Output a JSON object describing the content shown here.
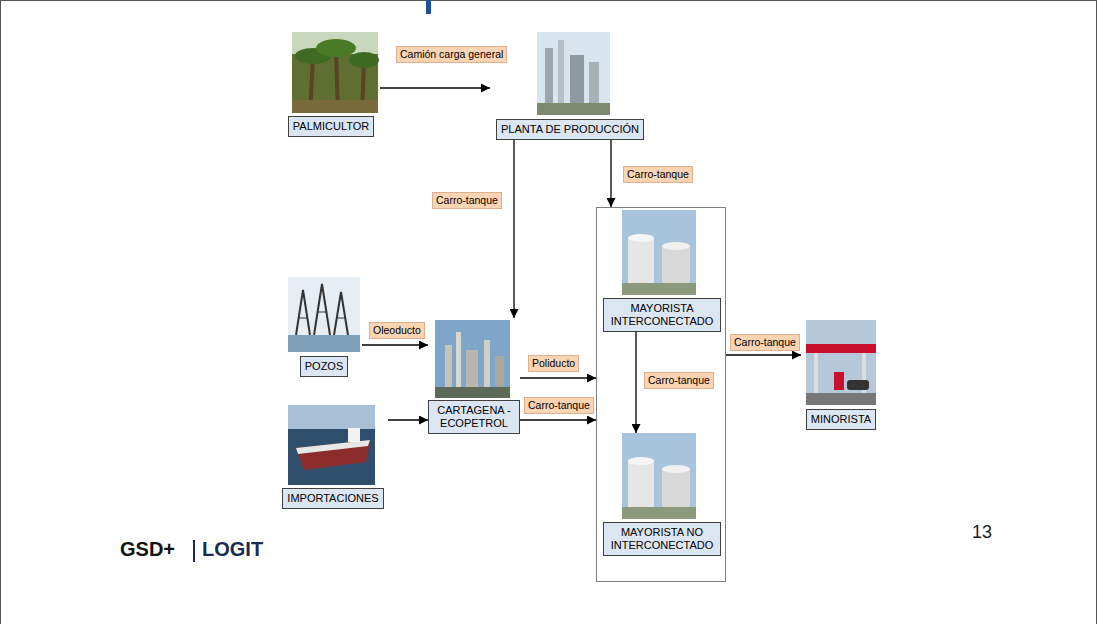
{
  "diagram": {
    "nodes": [
      {
        "text": [
          "PALMICULTOR"
        ]
      },
      {
        "text": [
          "PLANTA DE PRODUCCIÓN"
        ]
      },
      {
        "text": [
          "POZOS"
        ]
      },
      {
        "text": [
          "CARTAGENA - ECOPETROL"
        ]
      },
      {
        "text": [
          "IMPORTACIONES"
        ]
      },
      {
        "text": []
      },
      {
        "text": [
          "MAYORISTA INTERCONECTADO"
        ],
        "in": 5
      },
      {
        "text": [
          "MAYORISTA NO INTERCONECTADO"
        ],
        "in": 5
      },
      {
        "text": [
          "MINORISTA"
        ]
      }
    ],
    "edges": [
      {
        "from": 0,
        "to": 1,
        "label": "Camión carga general",
        "arrow": "to"
      },
      {
        "from": 1,
        "to": 3,
        "label": "Carro-tanque",
        "arrow": "to"
      },
      {
        "from": 1,
        "to": 5,
        "label": "Carro-tanque",
        "arrow": "to"
      },
      {
        "from": 2,
        "to": 3,
        "label": "Oleoducto",
        "arrow": "to"
      },
      {
        "from": 4,
        "to": 3,
        "arrow": "to"
      },
      {
        "from": 3,
        "to": 5,
        "label": "Poliducto",
        "arrow": "to"
      },
      {
        "from": 3,
        "to": 5,
        "label": "Carro-tanque",
        "arrow": "to"
      },
      {
        "from": 6,
        "to": 7,
        "label": "Carro-tanque",
        "arrow": "to"
      },
      {
        "from": 5,
        "to": 8,
        "label": "Carro-tanque",
        "arrow": "to"
      }
    ],
    "labels": [
      "GSD+",
      "LOGIT",
      "13"
    ]
  }
}
